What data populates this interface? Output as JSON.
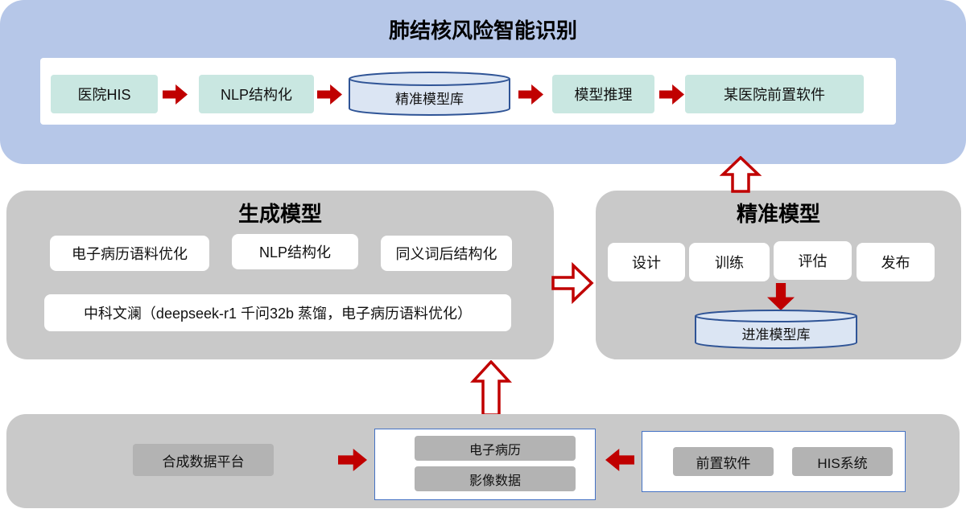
{
  "top_section": {
    "title": "肺结核风险智能识别",
    "nodes": [
      "医院HIS",
      "NLP结构化",
      "精准模型库",
      "模型推理",
      "某医院前置软件"
    ]
  },
  "generation_section": {
    "title": "生成模型",
    "row1": [
      "电子病历语料优化",
      "NLP结构化",
      "同义词后结构化"
    ],
    "row2": "中科文澜（deepseek-r1 千问32b 蒸馏，电子病历语料优化）"
  },
  "precision_section": {
    "title": "精准模型",
    "steps": [
      "设计",
      "训练",
      "评估",
      "发布"
    ],
    "database": "进准模型库"
  },
  "bottom_section": {
    "platform": "合成数据平台",
    "medical_data": [
      "电子病历",
      "影像数据"
    ],
    "sources": [
      "前置软件",
      "HIS系统"
    ]
  },
  "icons": {
    "arrow_right": "solid red right arrow",
    "arrow_left": "solid red left arrow",
    "arrow_down": "solid red down arrow",
    "hollow_arrow_right": "white arrow with red outline pointing right",
    "hollow_arrow_up": "white arrow with red outline pointing up",
    "cylinder": "database cylinder"
  },
  "colors": {
    "accent_red": "#c00000",
    "top_container_blue": "#b6c7e8",
    "section_gray": "#c9c9c9",
    "node_teal": "#c9e7e1",
    "cylinder_fill": "#dbe5f3",
    "cylinder_border": "#2f5496",
    "inner_gray_box": "#b3b3b3",
    "frame_blue": "#4472c4"
  }
}
